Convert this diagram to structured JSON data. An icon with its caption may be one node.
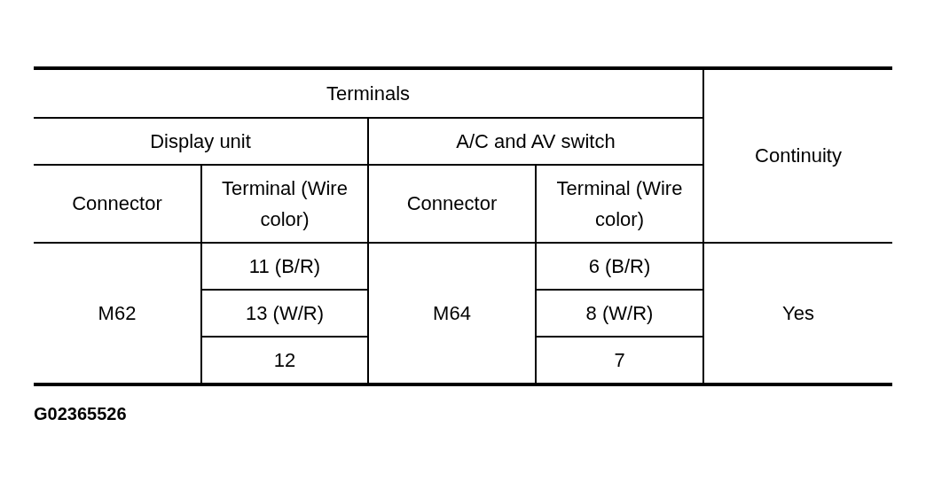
{
  "diagram": {
    "labels": [
      "Terminals",
      "Continuity",
      "Display unit",
      "A/C and AV switch",
      "Connector",
      "Terminal (Wire color)",
      "Connector",
      "Terminal (Wire color)",
      "M62",
      "11 (B/R)",
      "M64",
      "6 (B/R)",
      "Yes",
      "13 (W/R)",
      "8 (W/R)",
      "12",
      "7",
      "G02365526"
    ]
  }
}
